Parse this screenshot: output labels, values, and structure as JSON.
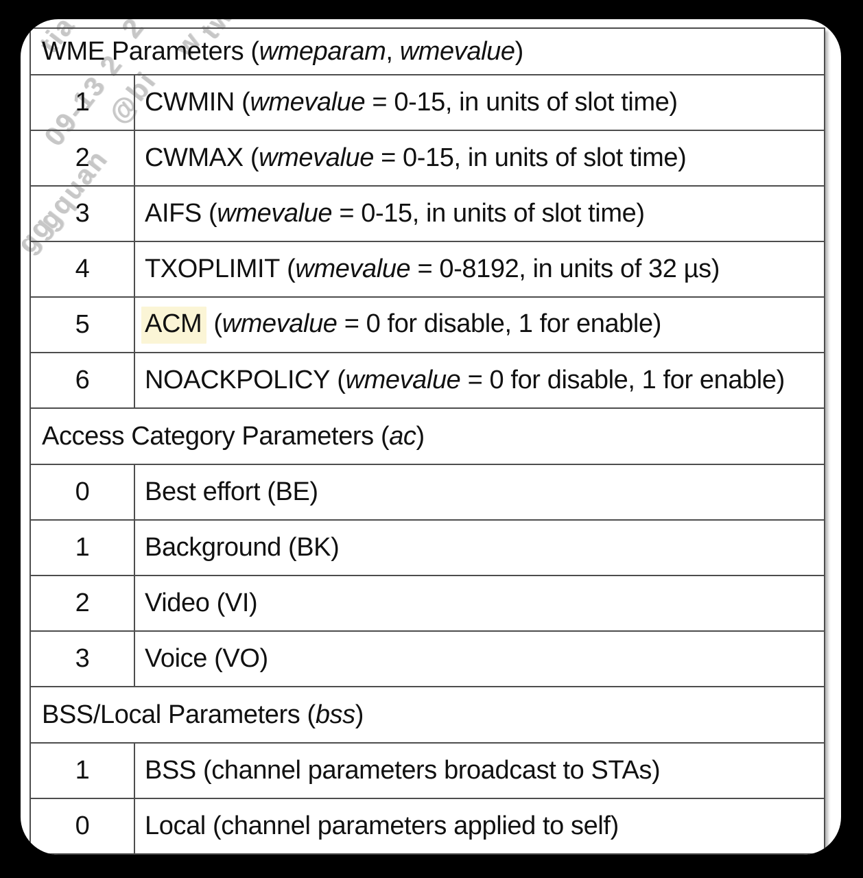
{
  "watermark": {
    "color": "#c7c7c7",
    "fragments": [
      {
        "text": "tia"
      },
      {
        "text": "2"
      },
      {
        "text": "tw"
      },
      {
        "text": "w"
      },
      {
        "text": "09-13 2"
      },
      {
        "text": "@bi"
      },
      {
        "text": "gquan"
      },
      {
        "text": "gg"
      }
    ]
  },
  "colors": {
    "highlight": "#fbf5d6",
    "border": "#4d4d4d",
    "card_background": "#ffffff",
    "page_background": "#000000",
    "text": "#111111"
  },
  "table": {
    "sections": [
      {
        "header": {
          "pre": "WME Parameters (",
          "it1": "wmeparam",
          "mid": ", ",
          "it2": "wmevalue",
          "post": ")"
        },
        "rows": [
          {
            "num": "1",
            "keyword": "CWMIN",
            "mid": " (",
            "it": "wmevalue",
            "rest": " = 0-15, in units of slot time)"
          },
          {
            "num": "2",
            "keyword": "CWMAX",
            "mid": " (",
            "it": "wmevalue",
            "rest": " = 0-15, in units of slot time)"
          },
          {
            "num": "3",
            "keyword": "AIFS",
            "mid": " (",
            "it": "wmevalue",
            "rest": " = 0-15, in units of slot time)"
          },
          {
            "num": "4",
            "keyword": "TXOPLIMIT",
            "mid": " (",
            "it": "wmevalue",
            "rest": " = 0-8192, in units of 32 µs)"
          },
          {
            "num": "5",
            "keyword": "ACM",
            "mid": " (",
            "it": "wmevalue",
            "rest": " = 0 for disable, 1 for enable)"
          },
          {
            "num": "6",
            "keyword": "NOACKPOLICY",
            "mid": " (",
            "it": "wmevalue",
            "rest": " = 0 for disable, 1 for enable)"
          }
        ]
      },
      {
        "header": {
          "pre": "Access Category Parameters (",
          "it1": "ac",
          "mid": "",
          "it2": "",
          "post": ")"
        },
        "rows": [
          {
            "num": "0",
            "keyword": "Best effort (BE)",
            "mid": "",
            "it": "",
            "rest": ""
          },
          {
            "num": "1",
            "keyword": "Background (BK)",
            "mid": "",
            "it": "",
            "rest": ""
          },
          {
            "num": "2",
            "keyword": "Video (VI)",
            "mid": "",
            "it": "",
            "rest": ""
          },
          {
            "num": "3",
            "keyword": "Voice (VO)",
            "mid": "",
            "it": "",
            "rest": ""
          }
        ]
      },
      {
        "header": {
          "pre": "BSS/Local Parameters (",
          "it1": "bss",
          "mid": "",
          "it2": "",
          "post": ")"
        },
        "rows": [
          {
            "num": "1",
            "keyword": "BSS (channel parameters broadcast to STAs)",
            "mid": "",
            "it": "",
            "rest": ""
          },
          {
            "num": "0",
            "keyword": "Local (channel parameters applied to self)",
            "mid": "",
            "it": "",
            "rest": ""
          }
        ]
      }
    ]
  }
}
